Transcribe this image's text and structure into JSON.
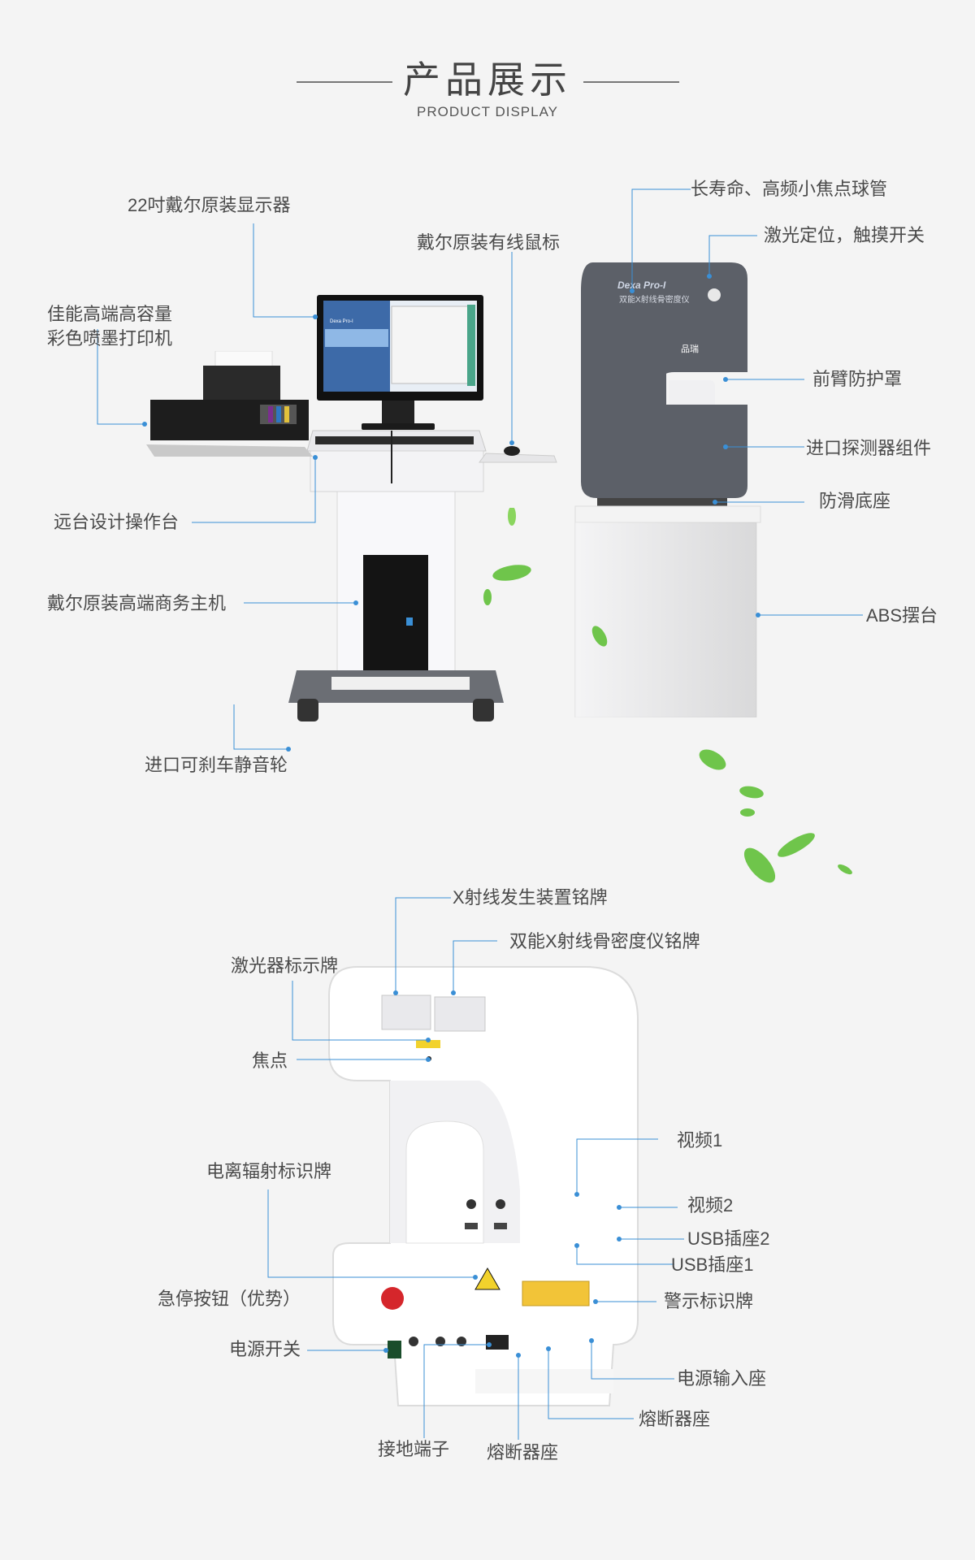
{
  "header": {
    "title": "产品展示",
    "subtitle": "PRODUCT DISPLAY"
  },
  "device_labels": {
    "monitor_badge": "Dexa Pro-I",
    "device_name": "Dexa Pro-I",
    "device_cn": "双能X射线骨密度仪",
    "brand": "品瑞"
  },
  "top_labels": {
    "monitor": "22吋戴尔原装显示器",
    "mouse": "戴尔原装有线鼠标",
    "printer_line1": "佳能高端高容量",
    "printer_line2": "彩色喷墨打印机",
    "console": "远台设计操作台",
    "host": "戴尔原装高端商务主机",
    "wheels": "进口可刹车静音轮",
    "tube": "长寿命、高频小焦点球管",
    "laser_switch": "激光定位，触摸开关",
    "forearm": "前臂防护罩",
    "detector": "进口探测器组件",
    "base": "防滑底座",
    "abs": "ABS摆台"
  },
  "bottom_labels": {
    "xray_plate": "X射线发生装置铭牌",
    "dual_plate": "双能X射线骨密度仪铭牌",
    "laser_plate": "激光器标示牌",
    "focus": "焦点",
    "video1": "视频1",
    "video2": "视频2",
    "usb2": "USB插座2",
    "usb1": "USB插座1",
    "radiation": "电离辐射标识牌",
    "estop": "急停按钮（优势）",
    "warning": "警示标识牌",
    "power_switch": "电源开关",
    "power_in": "电源输入座",
    "fuse_right": "熔断器座",
    "ground": "接地端子",
    "fuse_left": "熔断器座"
  },
  "colors": {
    "line": "#3a8fd6",
    "dot": "#3a8fd6",
    "device_grey": "#5c6068",
    "device_white": "#ffffff"
  }
}
